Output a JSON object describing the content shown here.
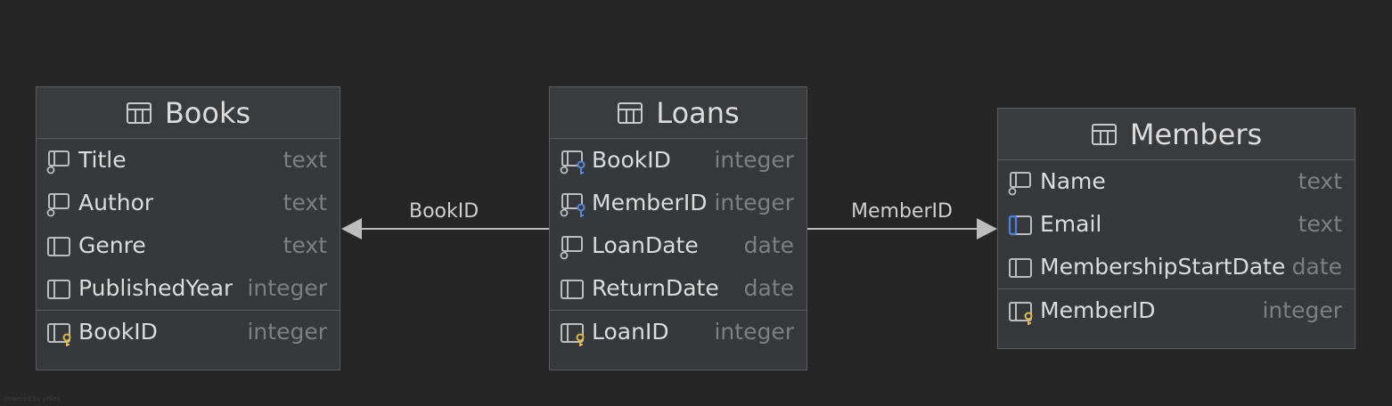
{
  "tables": {
    "books": {
      "name": "Books",
      "columns": [
        {
          "name": "Title",
          "type": "text"
        },
        {
          "name": "Author",
          "type": "text"
        },
        {
          "name": "Genre",
          "type": "text"
        },
        {
          "name": "PublishedYear",
          "type": "integer"
        }
      ],
      "primary_key": {
        "name": "BookID",
        "type": "integer"
      }
    },
    "loans": {
      "name": "Loans",
      "columns": [
        {
          "name": "BookID",
          "type": "integer"
        },
        {
          "name": "MemberID",
          "type": "integer"
        },
        {
          "name": "LoanDate",
          "type": "date"
        },
        {
          "name": "ReturnDate",
          "type": "date"
        }
      ],
      "primary_key": {
        "name": "LoanID",
        "type": "integer"
      }
    },
    "members": {
      "name": "Members",
      "columns": [
        {
          "name": "Name",
          "type": "text"
        },
        {
          "name": "Email",
          "type": "text"
        },
        {
          "name": "MembershipStartDate",
          "type": "date"
        }
      ],
      "primary_key": {
        "name": "MemberID",
        "type": "integer"
      }
    }
  },
  "relations": {
    "loans_books": {
      "label": "BookID"
    },
    "loans_members": {
      "label": "MemberID"
    }
  },
  "icons": {
    "table": "table-icon",
    "column": "column-icon",
    "indexed_column": "indexed-column-icon",
    "foreign_key": "foreign-key-icon",
    "primary_key": "primary-key-icon",
    "unique_column": "unique-column-icon"
  },
  "colors": {
    "background": "#262626",
    "table_body": "#36383b",
    "border": "#5a5c5f",
    "primary_key": "#e0b84a",
    "foreign_key": "#5b86e0",
    "unique": "#4f7cd6",
    "arrow": "#bdbdbd"
  },
  "watermark": "Powered by yFiles"
}
